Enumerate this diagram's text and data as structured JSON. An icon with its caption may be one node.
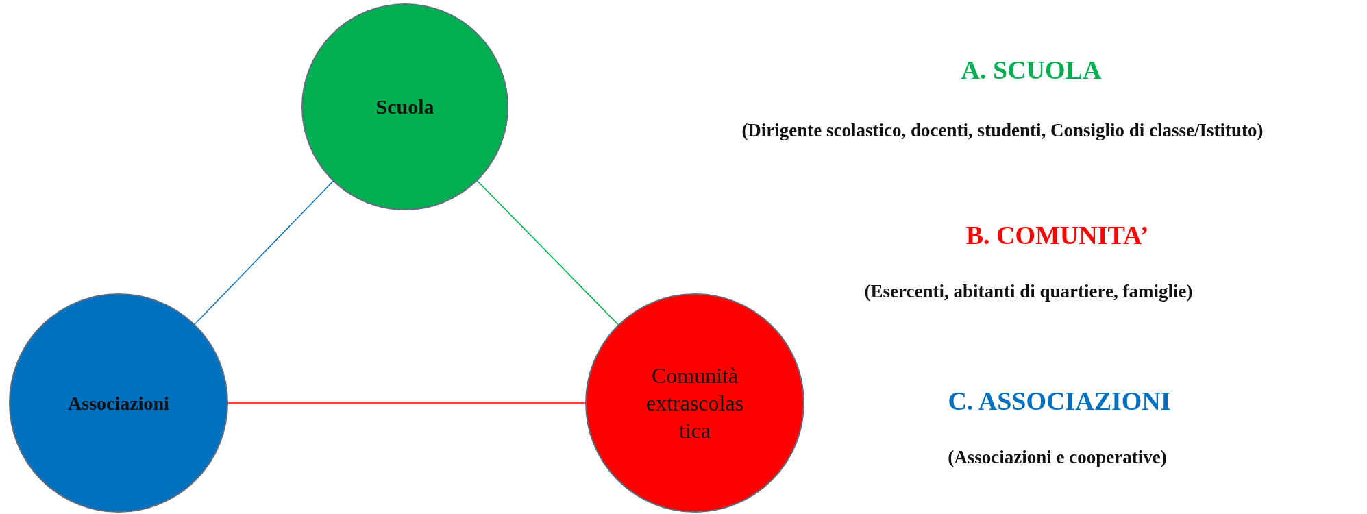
{
  "diagram": {
    "nodes": [
      {
        "text": [
          "Scuola"
        ]
      },
      {
        "text": [
          "Associazioni"
        ]
      },
      {
        "text": [
          "Comunità extrascolas tica"
        ]
      }
    ],
    "edges": [
      {
        "from": 0,
        "to": 1,
        "arrow": "none",
        "color": "#0070c0"
      },
      {
        "from": 0,
        "to": 2,
        "arrow": "none",
        "color": "#00b050"
      },
      {
        "from": 1,
        "to": 2,
        "arrow": "none",
        "color": "#ff0000"
      }
    ],
    "labels": [
      "A. SCUOLA",
      "(Dirigente scolastico, docenti, studenti, Consiglio di classe/Istituto)",
      "B. COMUNITA’",
      "(Esercenti, abitanti di quartiere, famiglie)",
      "C. ASSOCIAZIONI",
      "(Associazioni e cooperative)"
    ]
  }
}
